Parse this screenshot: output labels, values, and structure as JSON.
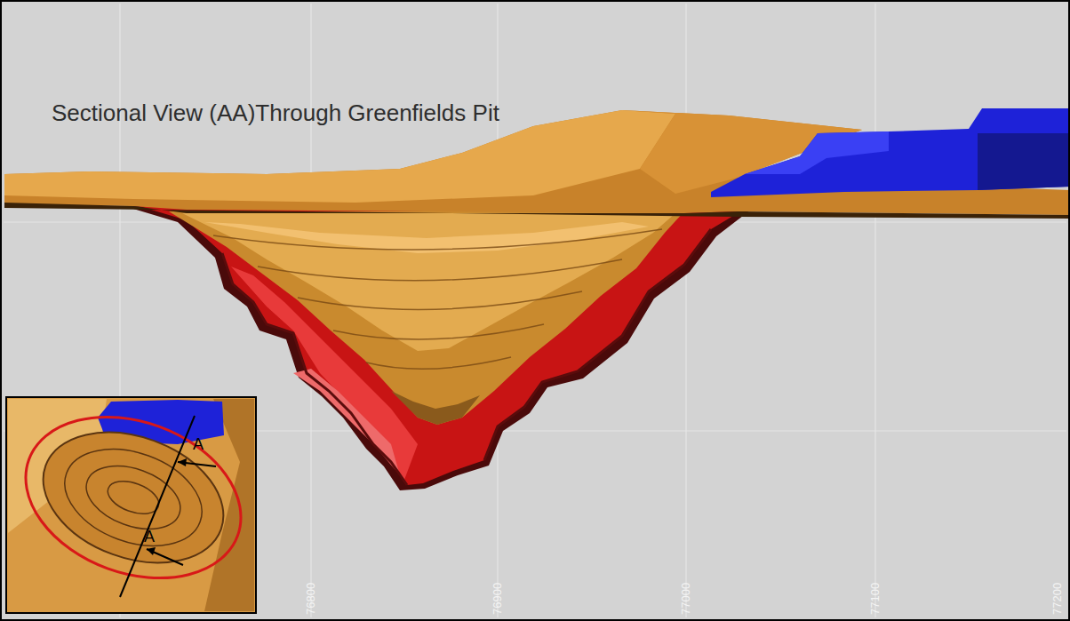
{
  "diagram": {
    "title": "Sectional View (AA)Through Greenfields Pit",
    "labels": [
      "A",
      "A",
      "76800",
      "76900",
      "77000",
      "77100",
      "77200"
    ]
  }
}
